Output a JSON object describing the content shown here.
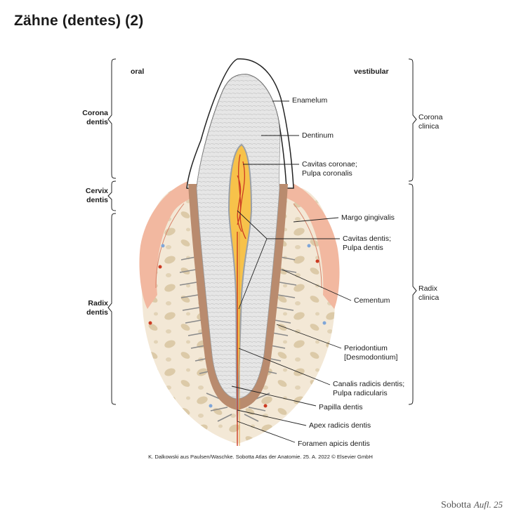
{
  "title": "Zähne (dentes) (2)",
  "orientation": {
    "left": "oral",
    "right": "vestibular"
  },
  "regions_left": {
    "corona": "Corona\ndentis",
    "cervix": "Cervix\ndentis",
    "radix": "Radix\ndentis"
  },
  "regions_right": {
    "corona": "Corona\nclinica",
    "radix": "Radix\nclinica"
  },
  "labels": {
    "enamelum": "Enamelum",
    "dentinum": "Dentinum",
    "cavitas_coronae": "Cavitas coronae;\nPulpa coronalis",
    "margo": "Margo gingivalis",
    "cavitas_dentis": "Cavitas dentis;\nPulpa dentis",
    "cementum": "Cementum",
    "periodontium": "Periodontium\n[Desmodontium]",
    "canalis": "Canalis radicis dentis;\nPulpa radicularis",
    "papilla": "Papilla dentis",
    "apex": "Apex radicis dentis",
    "foramen": "Foramen apicis dentis"
  },
  "credit": "K. Dalkowski aus Paulsen/Waschke. Sobotta Atlas der Anatomie. 25. A. 2022 © Elsevier GmbH",
  "brand": {
    "name": "Sobotta",
    "edition": "Aufl. 25"
  },
  "colors": {
    "gum": "#f2b8a0",
    "bone": "#eedfc7",
    "dentin": "#d9d9d9",
    "cementum": "#b98b6e",
    "pulp": "#f7c24a",
    "vessel_red": "#cc3b22"
  }
}
